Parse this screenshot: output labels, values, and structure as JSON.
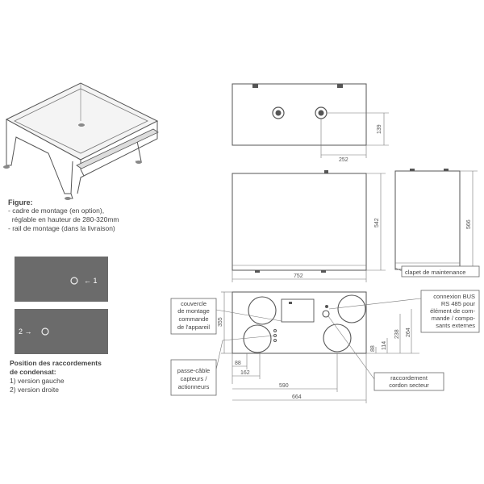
{
  "figure": {
    "title": "Figure:",
    "items": [
      "- cadre de montage (en option),",
      "  réglable en hauteur de 280-320mm",
      "- rail de montage (dans la livraison)"
    ]
  },
  "condensate": {
    "title_line1": "Position des raccordements",
    "title_line2": "de condensat:",
    "items": [
      "1) version gauche",
      "2) version droite"
    ],
    "panel1_marker": "← 1",
    "panel2_marker": "2 →"
  },
  "dims": {
    "d139": "139",
    "d252": "252",
    "d542": "542",
    "d566": "566",
    "d752": "752",
    "d355": "355",
    "d264": "264",
    "d238": "238",
    "d114": "114",
    "d88v": "88",
    "d88h": "88",
    "d162": "162",
    "d590": "590",
    "d664": "664"
  },
  "labels": {
    "clapet": "clapet de maintenance",
    "couvercle": [
      "couvercle",
      "de montage",
      "commande",
      "de l'appareil"
    ],
    "connexion": [
      "connexion BUS",
      "RS 485 pour",
      "élément de com-",
      "mande / compo-",
      "sants externes"
    ],
    "passe": [
      "passe-câble",
      "capteurs /",
      "actionneurs"
    ],
    "raccordement": [
      "raccordement",
      "cordon secteur"
    ]
  }
}
